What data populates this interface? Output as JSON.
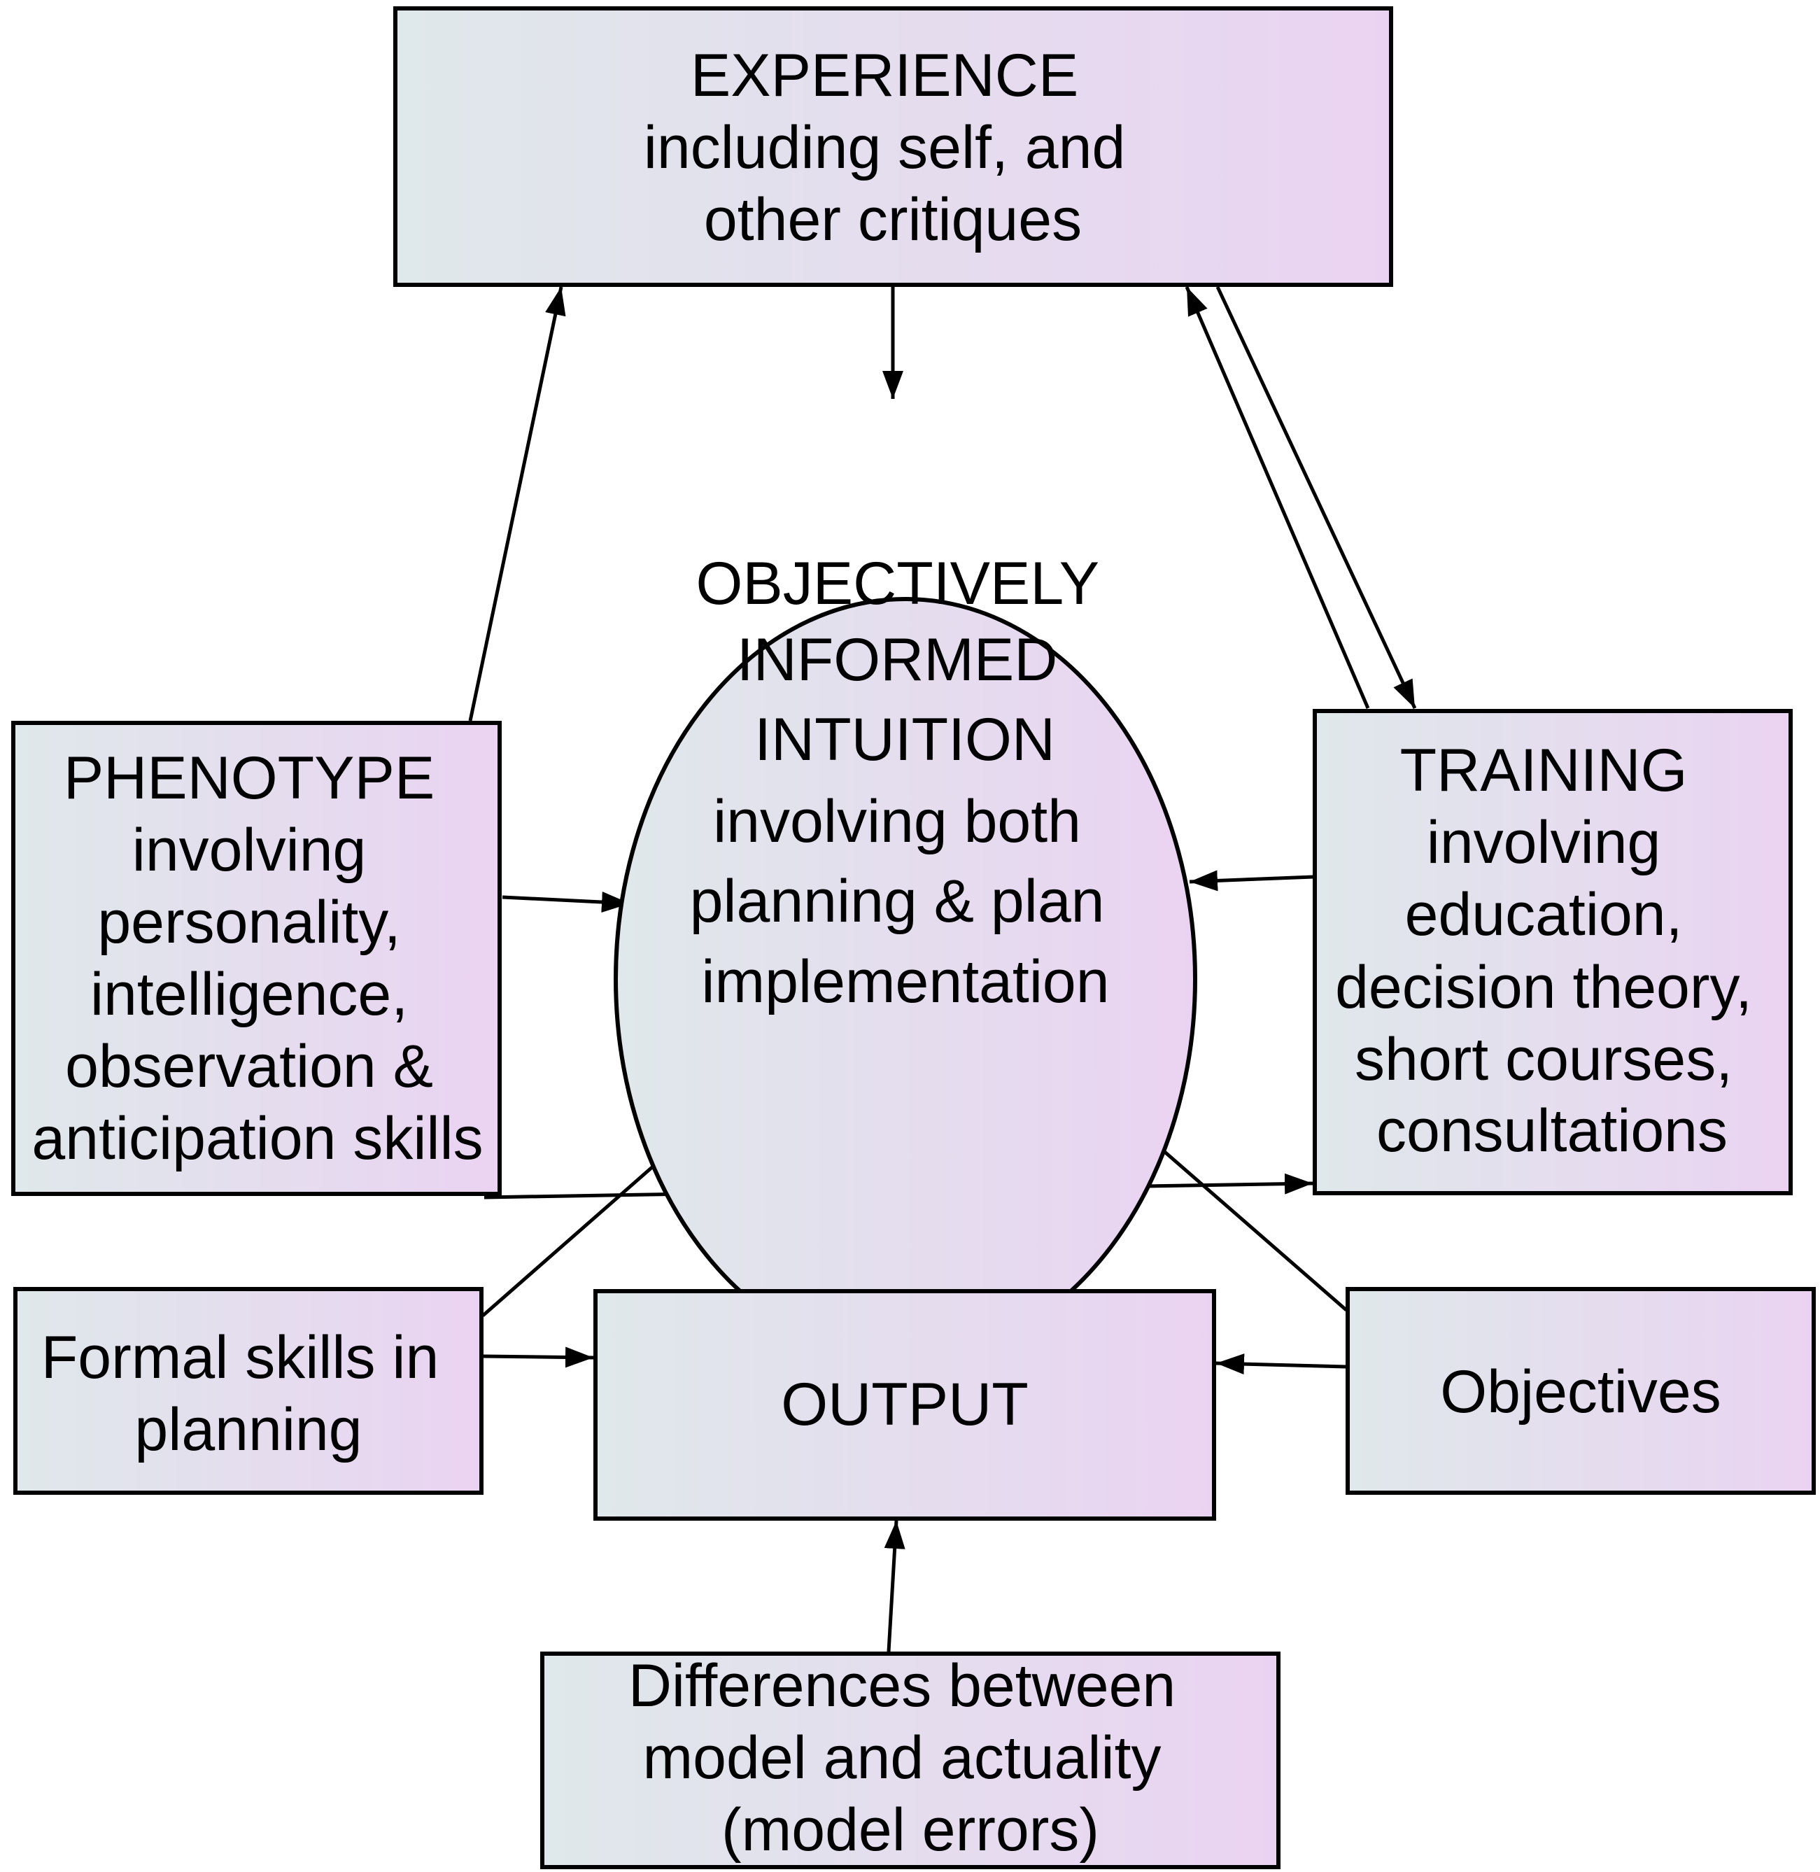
{
  "diagram": {
    "colors": {
      "fill_start": "#dfe8ea",
      "fill_end": "#ead3f2",
      "stroke": "#000000",
      "background": "#ffffff"
    },
    "nodes": {
      "experience": {
        "lines": [
          "EXPERIENCE",
          "including self, and",
          "other critiques"
        ]
      },
      "intuition": {
        "lines": [
          "OBJECTIVELY",
          "INFORMED",
          "INTUITION",
          "involving both",
          "planning & plan",
          "implementation"
        ]
      },
      "phenotype": {
        "lines": [
          "PHENOTYPE",
          "involving",
          "personality,",
          "intelligence,",
          "observation &",
          "anticipation skills"
        ]
      },
      "training": {
        "lines": [
          "TRAINING",
          "involving",
          "education,",
          "decision theory,",
          "short courses,",
          "consultations"
        ]
      },
      "formal_skills": {
        "lines": [
          "Formal skills in",
          "planning"
        ]
      },
      "output": {
        "lines": [
          "OUTPUT"
        ]
      },
      "objectives": {
        "lines": [
          "Objectives"
        ]
      },
      "differences": {
        "lines": [
          "Differences between",
          "model and actuality",
          "(model errors)"
        ]
      }
    },
    "edges": [
      {
        "from": "phenotype",
        "to": "experience"
      },
      {
        "from": "experience",
        "to": "intuition"
      },
      {
        "from": "experience",
        "to": "training"
      },
      {
        "from": "training",
        "to": "experience"
      },
      {
        "from": "phenotype",
        "to": "intuition"
      },
      {
        "from": "training",
        "to": "intuition"
      },
      {
        "from": "phenotype",
        "to": "training"
      },
      {
        "from": "formal_skills",
        "to": "intuition"
      },
      {
        "from": "formal_skills",
        "to": "output"
      },
      {
        "from": "intuition",
        "to": "output"
      },
      {
        "from": "objectives",
        "to": "intuition"
      },
      {
        "from": "objectives",
        "to": "output"
      },
      {
        "from": "differences",
        "to": "output"
      }
    ]
  }
}
